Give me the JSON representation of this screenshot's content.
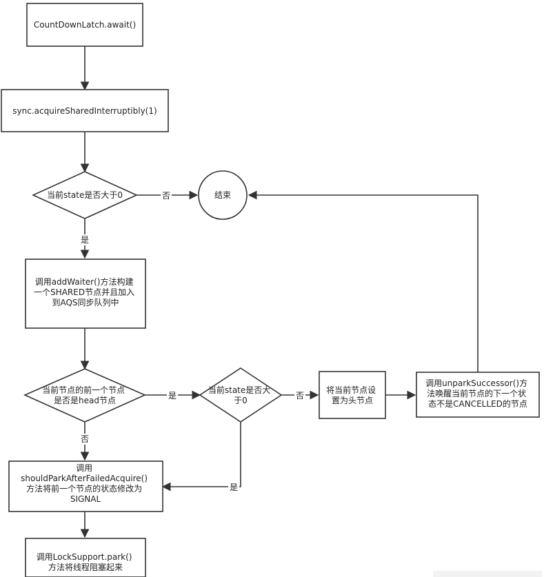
{
  "nodes": {
    "await": [
      "CountDownLatch.await()"
    ],
    "acquire": [
      "sync.acquireSharedInterruptibly(1)"
    ],
    "state_check": [
      "当前state是否大于0"
    ],
    "end": [
      "结束"
    ],
    "add_waiter": [
      "调用addWaiter()方法构建",
      "一个SHARED节点并且加入",
      "到AQS同步队列中"
    ],
    "prev_head": [
      "当前节点的前一个节点",
      "是否是head节点"
    ],
    "state_check2": [
      "当前state是否大",
      "于0"
    ],
    "set_head": [
      "将当前节点设",
      "置为头节点"
    ],
    "unpark": [
      "调用unparkSuccessor()方",
      "法唤醒当前节点的下一个状",
      "态不是CANCELLED的节点"
    ],
    "should_park": [
      "调用",
      "shouldParkAfterFailedAcquire()",
      "方法将前一个节点的状态修改为",
      "SIGNAL"
    ],
    "park": [
      "调用LockSupport.park()",
      "方法将线程阻塞起来"
    ]
  },
  "edges": {
    "no1": "否",
    "yes1": "是",
    "yes2": "是",
    "no2": "否",
    "no3": "否",
    "yes3": "是"
  }
}
